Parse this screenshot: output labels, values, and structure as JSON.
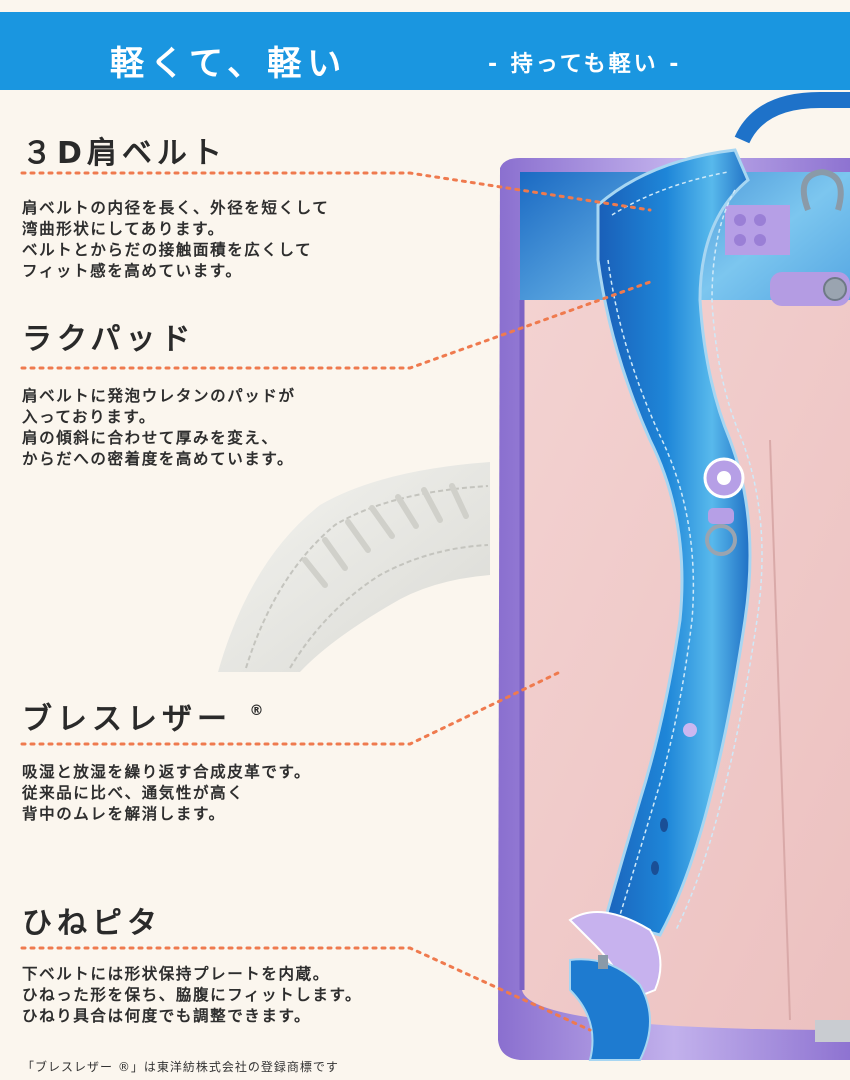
{
  "banner": {
    "title": "軽くて、軽い",
    "subtitle": "- 持っても軽い -",
    "color": "#1a96e0"
  },
  "features": [
    {
      "heading": "３D肩ベルト",
      "lines": [
        "肩ベルトの内径を長く、外径を短くして",
        "湾曲形状にしてあります。",
        "ベルトとからだの接触面積を広くして",
        "フィット感を高めています。"
      ]
    },
    {
      "heading": "ラクパッド",
      "lines": [
        "肩ベルトに発泡ウレタンのパッドが",
        "入っております。",
        "肩の傾斜に合わせて厚みを変え、",
        "からだへの密着度を高めています。"
      ]
    },
    {
      "heading": "ブレスレザー",
      "mark": "®",
      "lines": [
        "吸湿と放湿を繰り返す合成皮革です。",
        "従来品に比べ、通気性が高く",
        "背中のムレを解消します。"
      ]
    },
    {
      "heading": "ひねピタ",
      "lines": [
        "下ベルトには形状保持プレートを内蔵。",
        "ひねった形を保ち、脇腹にフィットします。",
        "ひねり具合は何度でも調整できます。"
      ]
    }
  ],
  "footnote": "「ブレスレザー ®」は東洋紡株式会社の登録商標です",
  "colors": {
    "background": "#fbf6ee",
    "leader_line": "#ef7a4e",
    "strap_blue": "#1f7fd0",
    "back_pink": "#f1c9c8",
    "frame_purple": "#a58fd6"
  }
}
